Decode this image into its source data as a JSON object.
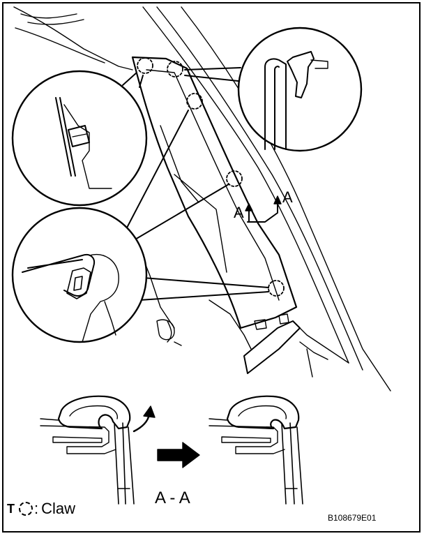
{
  "labels": {
    "arrow_a_left": "A",
    "arrow_a_right": "A",
    "section": "A - A",
    "legend_prefix": "T",
    "legend_separator": ":",
    "legend_text": "Claw",
    "figure_id": "B108679E01"
  },
  "icons": {
    "claw_marker": "dashed-circle-icon",
    "push_arrow": "bold-right-arrow-icon",
    "rotation_arrow": "curved-arrow-icon"
  },
  "colors": {
    "line": "#000000",
    "background": "#ffffff"
  }
}
